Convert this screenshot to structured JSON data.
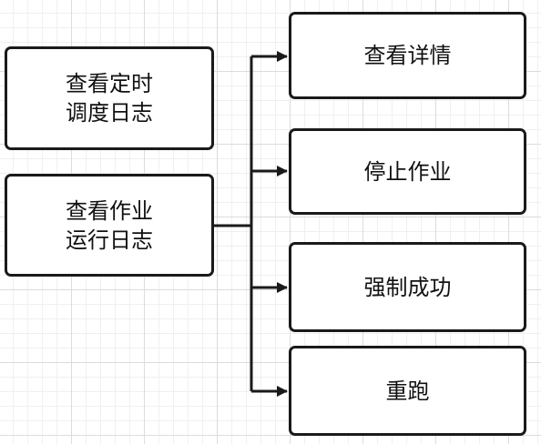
{
  "diagram": {
    "nodes": [
      {
        "id": "schedule-log",
        "label": "查看定时\n调度日志"
      },
      {
        "id": "job-log",
        "label": "查看作业\n运行日志"
      },
      {
        "id": "view-details",
        "label": "查看详情"
      },
      {
        "id": "stop-job",
        "label": "停止作业"
      },
      {
        "id": "force-success",
        "label": "强制成功"
      },
      {
        "id": "rerun",
        "label": "重跑"
      }
    ],
    "edges": [
      {
        "from": "job-log",
        "to": "view-details"
      },
      {
        "from": "job-log",
        "to": "stop-job"
      },
      {
        "from": "job-log",
        "to": "force-success"
      },
      {
        "from": "job-log",
        "to": "rerun"
      }
    ],
    "colors": {
      "stroke": "#1a1a1a",
      "background": "#ffffff",
      "grid": "#dcdcdc"
    }
  }
}
